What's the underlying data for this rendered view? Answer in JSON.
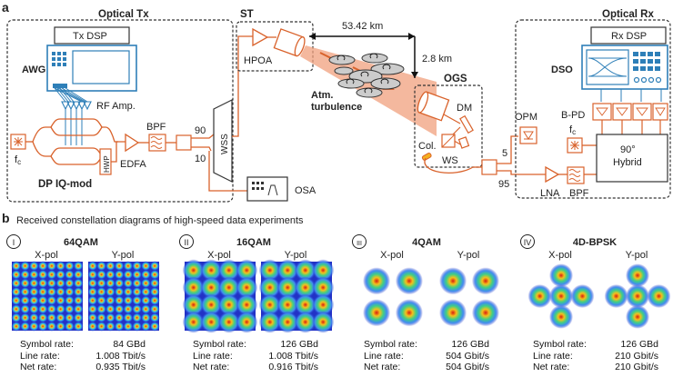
{
  "panel_a": {
    "letter": "a",
    "optical_tx": "Optical Tx",
    "tx_dsp": "Tx DSP",
    "awg": "AWG",
    "rf_amp": "RF Amp.",
    "fc": "f",
    "fc_sub": "c",
    "hwp": "HWP",
    "edfa": "EDFA",
    "bpf": "BPF",
    "num_90": "90",
    "num_10": "10",
    "wss": "WSS",
    "dp_iq_mod": "DP IQ-mod",
    "osa": "OSA",
    "st": "ST",
    "hpoa": "HPOA",
    "dist_horizontal": "53.42 km",
    "dist_vertical": "2.8 km",
    "atm_line1": "Atm.",
    "atm_line2": "turbulence",
    "ogs": "OGS",
    "dm": "DM",
    "col": "Col.",
    "ws": "WS",
    "opm": "OPM",
    "num_5": "5",
    "num_95": "95",
    "lna": "LNA",
    "bpf_rx": "BPF",
    "optical_rx": "Optical Rx",
    "rx_dsp": "Rx DSP",
    "dso": "DSO",
    "bpd": "B-PD",
    "fc_rx": "f",
    "fc_rx_sub": "c",
    "hybrid_line1": "90°",
    "hybrid_line2": "Hybrid"
  },
  "panel_b": {
    "letter": "b",
    "title": "Received constellation diagrams of high-speed data experiments",
    "experiments": [
      {
        "numeral": "I",
        "format": "64QAM",
        "xpol": "X-pol",
        "ypol": "Y-pol",
        "symbol_rate_label": "Symbol rate:",
        "symbol_rate": "84 GBd",
        "line_rate_label": "Line rate:",
        "line_rate": "1.008 Tbit/s",
        "net_rate_label": "Net rate:",
        "net_rate": "0.935 Tbit/s"
      },
      {
        "numeral": "II",
        "format": "16QAM",
        "xpol": "X-pol",
        "ypol": "Y-pol",
        "symbol_rate_label": "Symbol rate:",
        "symbol_rate": "126 GBd",
        "line_rate_label": "Line rate:",
        "line_rate": "1.008 Tbit/s",
        "net_rate_label": "Net rate:",
        "net_rate": "0.916 Tbit/s"
      },
      {
        "numeral": "III",
        "format": "4QAM",
        "xpol": "X-pol",
        "ypol": "Y-pol",
        "symbol_rate_label": "Symbol rate:",
        "symbol_rate": "126 GBd",
        "line_rate_label": "Line rate:",
        "line_rate": "504 Gbit/s",
        "net_rate_label": "Net rate:",
        "net_rate": "504 Gbit/s"
      },
      {
        "numeral": "IV",
        "format": "4D-BPSK",
        "xpol": "X-pol",
        "ypol": "Y-pol",
        "symbol_rate_label": "Symbol rate:",
        "symbol_rate": "126 GBd",
        "line_rate_label": "Line rate:",
        "line_rate": "210 Gbit/s",
        "net_rate_label": "Net rate:",
        "net_rate": "210 Gbit/s"
      }
    ]
  },
  "colors": {
    "orange": "#d9622b",
    "beam": "#f0a07e",
    "dark": "#333333",
    "blue_bg": "#2b3fc9",
    "device_blue": "#2e7fb8"
  }
}
